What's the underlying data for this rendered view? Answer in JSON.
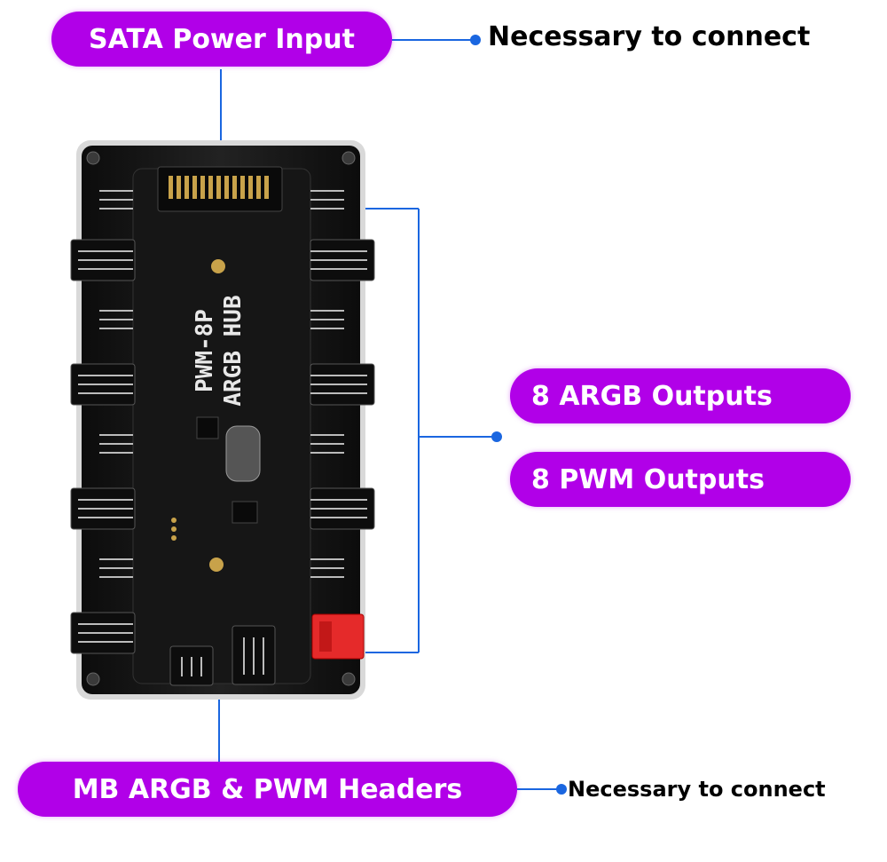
{
  "labels": {
    "sata_power_input": "SATA Power Input",
    "top_note": "Necessary to connect",
    "argb_outputs": "8 ARGB Outputs",
    "pwm_outputs": "8 PWM Outputs",
    "mb_headers": "MB ARGB & PWM Headers",
    "bottom_note": "Necessary to connect"
  },
  "board": {
    "title_line1": "PWM-8P",
    "title_line2": "ARGB HUB"
  },
  "colors": {
    "accent": "#b100e8",
    "connector_line": "#1a66e0",
    "board": "#1c1c1c"
  }
}
